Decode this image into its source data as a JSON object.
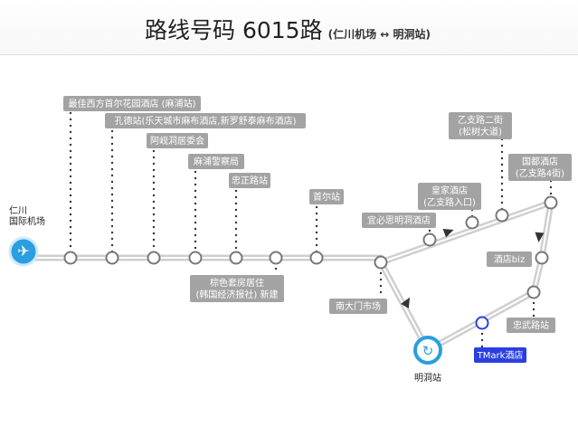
{
  "header": {
    "title": "路线号码 6015路",
    "subtitle": "(仁川机场 ↔ 明洞站)"
  },
  "terminal_start": {
    "name_line1": "仁川",
    "name_line2": "国际机场",
    "icon": "airplane-icon"
  },
  "terminal_end": {
    "name": "明洞站",
    "icon": "loop-icon"
  },
  "stations": [
    {
      "name": "最佳西方首尔花园酒店 (麻浦站)"
    },
    {
      "name": "孔德站(乐天城市麻布酒店,新罗舒泰麻布酒店)"
    },
    {
      "name": "阿岘洞居委会"
    },
    {
      "name": "麻浦警察局"
    },
    {
      "name": "忠正路站"
    },
    {
      "name": "棕色套房居住",
      "name2": "(韩国经济报社) 新建"
    },
    {
      "name": "首尔站"
    },
    {
      "name": "南大门市场"
    },
    {
      "name": "宜必思明洞酒店"
    },
    {
      "name": "皇家酒店",
      "name2": "(乙支路入口)"
    },
    {
      "name": "乙支路二街",
      "name2": "(松树大道)"
    },
    {
      "name": "国都酒店",
      "name2": "(乙支路4街)"
    },
    {
      "name": "酒店biz"
    },
    {
      "name": "忠武路站"
    },
    {
      "name": "TMark酒店",
      "highlight": true
    }
  ],
  "colors": {
    "accent": "#2a9ee0",
    "highlight": "#2b3fe0",
    "label": "#a3a3a3"
  }
}
